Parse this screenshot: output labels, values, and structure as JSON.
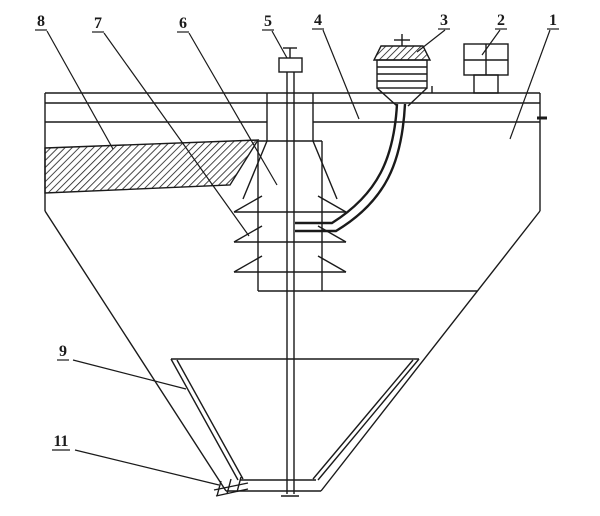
{
  "page": {
    "background_color": "#ffffff",
    "ink_color": "#1a1a1a"
  },
  "figure": {
    "kind": "patent-style sectional drawing of conical settling tank",
    "callouts": [
      {
        "label": "8"
      },
      {
        "label": "7"
      },
      {
        "label": "6"
      },
      {
        "label": "5"
      },
      {
        "label": "4"
      },
      {
        "label": "3"
      },
      {
        "label": "2"
      },
      {
        "label": "1"
      },
      {
        "label": "9"
      },
      {
        "label": "11"
      }
    ]
  }
}
